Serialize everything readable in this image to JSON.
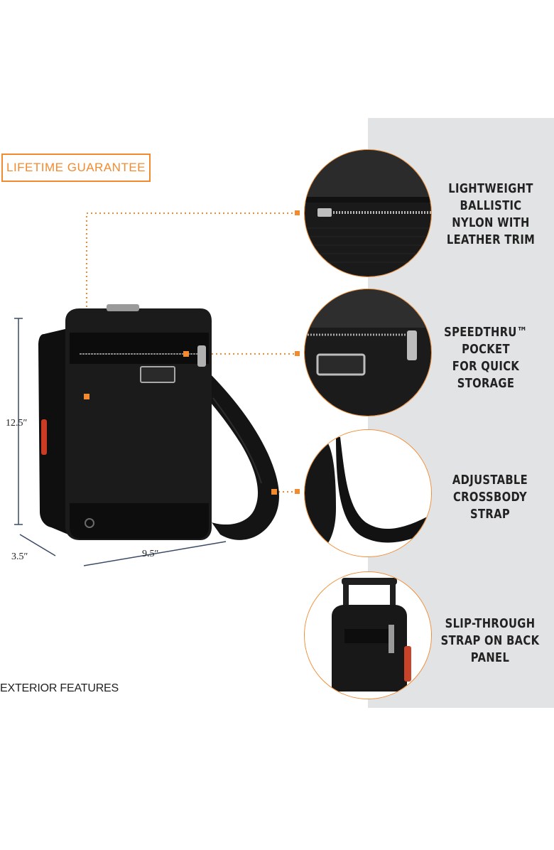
{
  "badge": {
    "label": "LIFETIME GUARANTEE"
  },
  "caption": {
    "label": "EXTERIOR FEATURES"
  },
  "dimensions": {
    "height": "12.5″",
    "depth": "3.5″",
    "width": "9.5″"
  },
  "features": [
    {
      "lines": [
        "LIGHTWEIGHT",
        "BALLISTIC",
        "NYLON WITH",
        "LEATHER TRIM"
      ],
      "icon": "ballistic-nylon-closeup"
    },
    {
      "lines": [
        "SPEEDTHRU™",
        "POCKET",
        "FOR QUICK",
        "STORAGE"
      ],
      "icon": "front-pocket-closeup"
    },
    {
      "lines": [
        "ADJUSTABLE",
        "CROSSBODY",
        "STRAP"
      ],
      "icon": "crossbody-strap-closeup"
    },
    {
      "lines": [
        "SLIP-THROUGH",
        "STRAP ON BACK",
        "PANEL"
      ],
      "icon": "luggage-passthrough-closeup"
    }
  ],
  "colors": {
    "accent": "#f28b30",
    "panel": "#e2e3e4",
    "bag": "#1b1b1c"
  }
}
